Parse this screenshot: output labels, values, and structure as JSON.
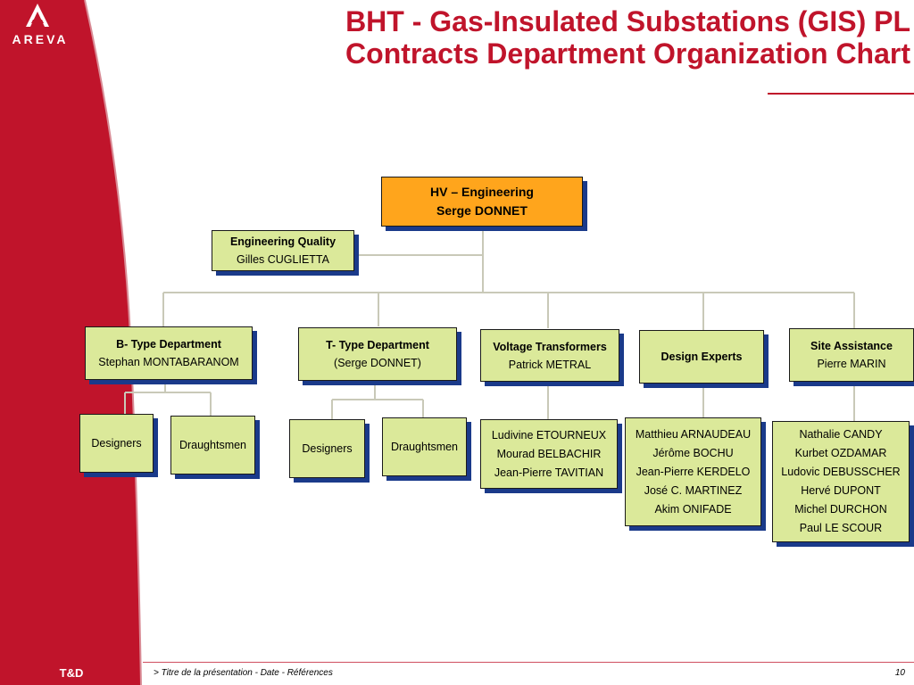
{
  "brand": {
    "logo_text": "AREVA",
    "footer_label": "T&D",
    "accent": "#c0142b"
  },
  "title": {
    "line1": "BHT - Gas-Insulated Substations (GIS) PL",
    "line2": "Contracts Department Organization Chart"
  },
  "org": {
    "top": {
      "line1": "HV – Engineering",
      "line2": "Serge DONNET"
    },
    "quality": {
      "line1": "Engineering Quality",
      "line2": "Gilles CUGLIETTA"
    },
    "departments": [
      {
        "line1": "B- Type Department",
        "line2": "Stephan MONTABARANOM"
      },
      {
        "line1": "T- Type Department",
        "line2": "(Serge DONNET)"
      },
      {
        "line1": "Voltage Transformers",
        "line2": "Patrick METRAL"
      },
      {
        "line1": "Design Experts"
      },
      {
        "line1": "Site Assistance",
        "line2": "Pierre MARIN"
      }
    ],
    "b_type_subs": [
      "Designers",
      "Draughtsmen"
    ],
    "t_type_subs": [
      "Designers",
      "Draughtsmen"
    ],
    "voltage_members": [
      "Ludivine ETOURNEUX",
      "Mourad BELBACHIR",
      "Jean-Pierre TAVITIAN"
    ],
    "design_members": [
      "Matthieu ARNAUDEAU",
      "Jérôme BOCHU",
      "Jean-Pierre KERDELO",
      "José C. MARTINEZ",
      "Akim ONIFADE"
    ],
    "site_members": [
      "Nathalie CANDY",
      "Kurbet OZDAMAR",
      "Ludovic DEBUSSCHER",
      "Hervé DUPONT",
      "Michel DURCHON",
      "Paul LE SCOUR"
    ]
  },
  "footer": {
    "text": "> Titre de la présentation - Date - Références",
    "page": "10"
  }
}
